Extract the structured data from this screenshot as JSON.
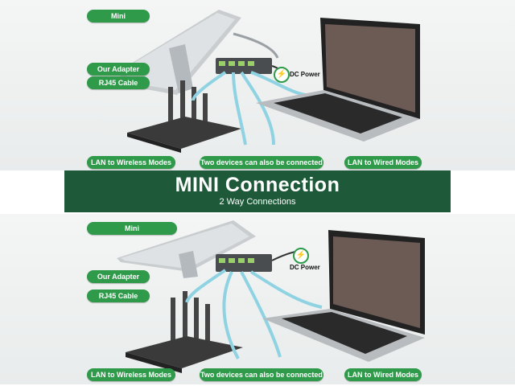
{
  "top": {
    "label_mini": "Mini",
    "label_adapter": "Our Adapter",
    "label_rj45": "RJ45 Cable",
    "label_dc_power": "DC Power",
    "label_lan_wireless": "LAN to Wireless Modes",
    "label_two_devices": "Two devices can also be connected",
    "label_lan_wired": "LAN to Wired Modes"
  },
  "banner": {
    "title": "MINI Connection",
    "subtitle": "2 Way Connections"
  },
  "bottom": {
    "label_mini": "Mini",
    "label_adapter": "Our Adapter",
    "label_rj45": "RJ45 Cable",
    "label_dc_power": "DC Power",
    "label_lan_wireless": "LAN to Wireless Modes",
    "label_two_devices": "Two devices can also be connected",
    "label_lan_wired": "LAN to Wired Modes"
  },
  "colors": {
    "label_green": "#2e9a4a",
    "banner_green": "#1e5a3a",
    "cable_blue": "#8fd3e3"
  }
}
